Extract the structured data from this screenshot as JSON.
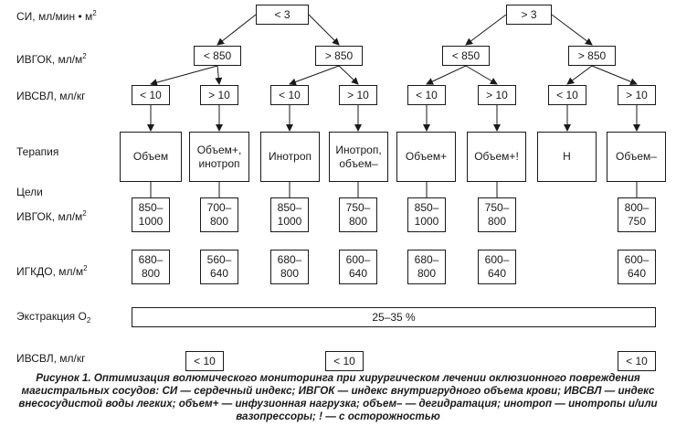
{
  "labels": {
    "si": "СИ, мл/мин",
    "si_unit_mid": "•",
    "si_unit": "м",
    "si_unit_exp": "2",
    "ivgok": "ИВГОК, мл/м",
    "ivgok_exp": "2",
    "ivsvl": "ИВСВЛ, мл/кг",
    "therapy": "Терапия",
    "goals": "Цели",
    "ivgok_goal": "ИВГОК, мл/м",
    "ivgok_goal_exp": "2",
    "igkdo": "ИГКДО, мл/м",
    "igkdo_exp": "2",
    "o2": "Экстракция О",
    "o2_sub": "2",
    "ivsvl_bottom": "ИВСВЛ, мл/кг"
  },
  "si_level": [
    "< 3",
    "> 3"
  ],
  "ivgok_level": [
    "< 850",
    "> 850",
    "< 850",
    "> 850"
  ],
  "ivsvl_level": [
    "< 10",
    "> 10",
    "< 10",
    "> 10",
    "< 10",
    "> 10",
    "< 10",
    "> 10"
  ],
  "therapy": [
    "Объем",
    "Объем+,\nинотроп",
    "Инотроп",
    "Инотроп,\nобъем–",
    "Объем+",
    "Объем+!",
    "Н",
    "Объем–"
  ],
  "ivgok_goals": [
    "850–\n1000",
    "700–\n800",
    "850–\n1000",
    "750–\n800",
    "850–\n1000",
    "750–\n800",
    "",
    "800–\n750"
  ],
  "igkdo_goals": [
    "680–\n800",
    "560–\n640",
    "680–\n800",
    "600–\n640",
    "680–\n800",
    "600–\n640",
    "",
    "600–\n640"
  ],
  "o2_extraction": "25–35 %",
  "ivsvl_bottom": [
    "< 10",
    "< 10",
    "< 10"
  ],
  "caption": {
    "label": "Рисунок 1.",
    "text": "Оптимизация волюмического мониторинга при хирургическом лечении оклюзионного повреждения магистральных сосудов: СИ — сердечный индекс; ИВГОК — индекс внутригрудного объема крови; ИВСВЛ — индекс внесосудистой воды легких; объем+ — инфузионная нагрузка; объем– — дегидратация; инотроп — инотропы и/или вазопрессоры; ! — с осторожностью"
  }
}
